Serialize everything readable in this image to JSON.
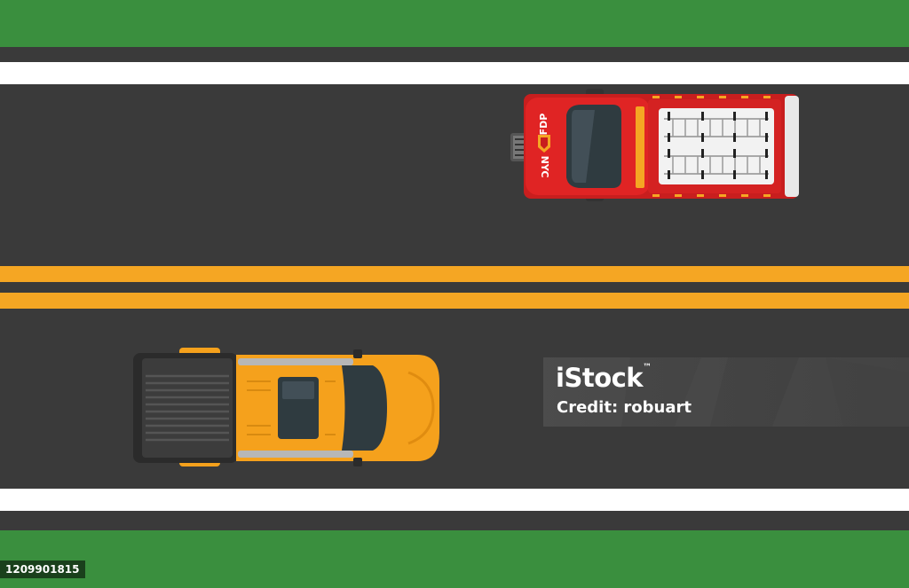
{
  "scene": {
    "colors": {
      "grass": "#3a8f3e",
      "asphalt": "#3a3a3a",
      "edge_line": "#ffffff",
      "center_line": "#f5a623",
      "fire_truck": "#e02424",
      "pickup": "#f5a11c"
    }
  },
  "fire_truck": {
    "text_left": "FDP",
    "text_right": "NYC"
  },
  "watermark": {
    "brand": "iStock",
    "trademark": "™",
    "credit": "Credit: robuart"
  },
  "stock_id": "1209901815"
}
